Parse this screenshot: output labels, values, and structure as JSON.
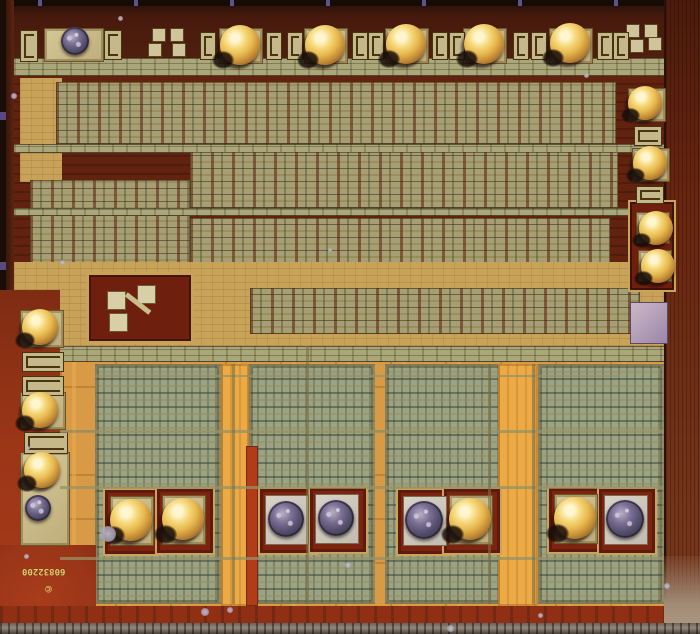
{
  "meta": {
    "die_marking": "60832200",
    "die_marking_orientation": "rotated-180",
    "logo_glyph": "©"
  },
  "colors": {
    "border_maroon": "#4f1f0e",
    "border_bright_rust": "#a03618",
    "substrate_olive": "#a59f73",
    "substrate_tan": "#c9a25a",
    "substrate_orange": "#d89a45",
    "bus_orange_bright": "#ecaa44",
    "cell_green": "#9aa384",
    "power_red_stripe": "#b23c18",
    "pad_gold": "#d6c897",
    "ball_gold": "#e7b84e",
    "ball_gold_highlight": "#fff6cf",
    "ball_dark_purple": "#57506e",
    "edge_fleck_blue": "#7d7dd2",
    "bottom_edge_gray": "#93887b",
    "marking_ink": "#e2cb72"
  },
  "features": {
    "rects": {
      "frame": [
        [
          103,
          488,
          56,
          64
        ],
        [
          155,
          487,
          56,
          64
        ],
        [
          258,
          487,
          56,
          64
        ],
        [
          308,
          486,
          56,
          64
        ],
        [
          396,
          488,
          56,
          64
        ],
        [
          442,
          487,
          56,
          64
        ],
        [
          547,
          486,
          56,
          64
        ],
        [
          597,
          487,
          56,
          64
        ]
      ],
      "redbox": [
        [
          628,
          200,
          44,
          88
        ]
      ],
      "light": [
        [
          44,
          28,
          58,
          32
        ],
        [
          219,
          28,
          42,
          34
        ],
        [
          304,
          28,
          42,
          34
        ],
        [
          385,
          28,
          42,
          34
        ],
        [
          463,
          28,
          42,
          34
        ],
        [
          549,
          28,
          42,
          34
        ],
        [
          628,
          88,
          36,
          32
        ],
        [
          632,
          148,
          36,
          32
        ],
        [
          636,
          212,
          32,
          30
        ],
        [
          638,
          250,
          32,
          30
        ],
        [
          20,
          310,
          42,
          36
        ],
        [
          20,
          392,
          44,
          36
        ],
        [
          20,
          452,
          48,
          92
        ],
        [
          110,
          496,
          42,
          48
        ],
        [
          162,
          495,
          42,
          48
        ],
        [
          449,
          495,
          42,
          48
        ],
        [
          554,
          494,
          42,
          48
        ]
      ],
      "white": [
        [
          265,
          495,
          42,
          48
        ],
        [
          315,
          494,
          42,
          48
        ],
        [
          403,
          496,
          42,
          48
        ],
        [
          604,
          495,
          42,
          48
        ]
      ],
      "lavender": [
        [
          630,
          302,
          36,
          40
        ]
      ],
      "bracket": [
        [
          20,
          30,
          16,
          30
        ],
        [
          104,
          30,
          16,
          28
        ],
        [
          200,
          32,
          14,
          26
        ],
        [
          266,
          32,
          14,
          26
        ],
        [
          287,
          32,
          14,
          26
        ],
        [
          352,
          32,
          14,
          26
        ],
        [
          368,
          32,
          14,
          26
        ],
        [
          432,
          32,
          14,
          26
        ],
        [
          449,
          32,
          14,
          26
        ],
        [
          513,
          32,
          14,
          26
        ],
        [
          531,
          32,
          14,
          26
        ],
        [
          597,
          32,
          14,
          26
        ],
        [
          613,
          32,
          14,
          26
        ],
        [
          634,
          126,
          26,
          18
        ],
        [
          636,
          186,
          26,
          16
        ],
        [
          22,
          352,
          40,
          18
        ],
        [
          22,
          376,
          40,
          18
        ],
        [
          24,
          432,
          42,
          20
        ]
      ],
      "oline": [
        [
          60,
          430,
          604,
          3
        ],
        [
          60,
          486,
          604,
          3
        ],
        [
          60,
          557,
          604,
          3
        ],
        [
          95,
          375,
          525,
          2
        ]
      ],
      "vline": [
        [
          232,
          364,
          3,
          240
        ],
        [
          488,
          364,
          3,
          240
        ],
        [
          532,
          364,
          3,
          240
        ],
        [
          306,
          346,
          3,
          258
        ]
      ]
    },
    "balls": {
      "gold": [
        [
          240,
          45,
          40
        ],
        [
          325,
          45,
          40
        ],
        [
          406,
          44,
          40
        ],
        [
          484,
          44,
          40
        ],
        [
          570,
          43,
          40
        ],
        [
          645,
          103,
          34
        ],
        [
          650,
          163,
          34
        ],
        [
          656,
          228,
          34
        ],
        [
          658,
          266,
          34
        ],
        [
          40,
          327,
          36
        ],
        [
          40,
          410,
          36
        ],
        [
          42,
          470,
          36
        ],
        [
          131,
          520,
          42
        ],
        [
          183,
          519,
          42
        ],
        [
          470,
          519,
          42
        ],
        [
          575,
          518,
          42
        ]
      ],
      "dark": [
        [
          286,
          519,
          36
        ],
        [
          336,
          518,
          36
        ],
        [
          424,
          520,
          38
        ],
        [
          625,
          519,
          38
        ],
        [
          38,
          508,
          26
        ],
        [
          75,
          41,
          28
        ]
      ]
    },
    "speckles": [
      [
        14,
        96,
        6
      ],
      [
        62,
        262,
        5
      ],
      [
        26,
        556,
        5
      ],
      [
        108,
        534,
        16
      ],
      [
        205,
        612,
        8
      ],
      [
        540,
        615,
        5
      ],
      [
        667,
        586,
        6
      ],
      [
        120,
        18,
        5
      ],
      [
        586,
        75,
        5
      ],
      [
        28,
        448,
        4
      ],
      [
        348,
        565,
        6
      ],
      [
        230,
        610,
        6
      ],
      [
        450,
        628,
        7
      ],
      [
        330,
        250,
        4
      ]
    ]
  }
}
